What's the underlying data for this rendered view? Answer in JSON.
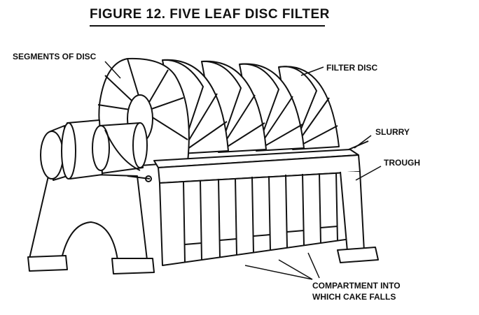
{
  "figure": {
    "title": "FIGURE 12. FIVE LEAF DISC FILTER",
    "labels": {
      "segments": "SEGMENTS OF DISC",
      "filter_disc": "FILTER DISC",
      "slurry": "SLURRY",
      "trough": "TROUGH",
      "compartment_line1": "COMPARTMENT INTO",
      "compartment_line2": "WHICH CAKE FALLS"
    }
  }
}
